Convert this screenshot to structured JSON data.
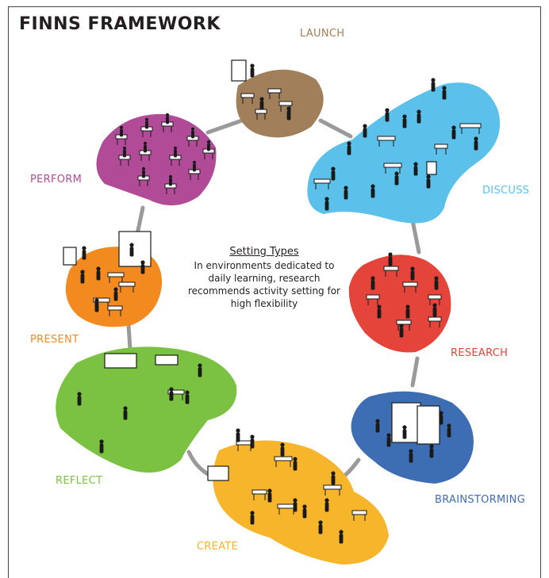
{
  "title": "FINNS FRAMEWORK",
  "center": {
    "heading": "Setting Types",
    "lines": [
      "In environments dedicated to",
      "daily learning, research",
      "recommends activity setting for",
      "high flexibility"
    ]
  },
  "settings": [
    {
      "key": "launch",
      "label": "LAUNCH",
      "color": "#a17f5a"
    },
    {
      "key": "discuss",
      "label": "DISCUSS",
      "color": "#5bc0ea"
    },
    {
      "key": "research",
      "label": "RESEARCH",
      "color": "#e5443a"
    },
    {
      "key": "brainstorming",
      "label": "BRAINSTORMING",
      "color": "#3d6eb4"
    },
    {
      "key": "create",
      "label": "CREATE",
      "color": "#f7b52b"
    },
    {
      "key": "reflect",
      "label": "REFLECT",
      "color": "#7cc242"
    },
    {
      "key": "present",
      "label": "PRESENT",
      "color": "#f38a1f"
    },
    {
      "key": "perform",
      "label": "PERFORM",
      "color": "#b14a97"
    }
  ],
  "connector_color": "#9a9a9a",
  "figure_color": "#1a1a1a"
}
